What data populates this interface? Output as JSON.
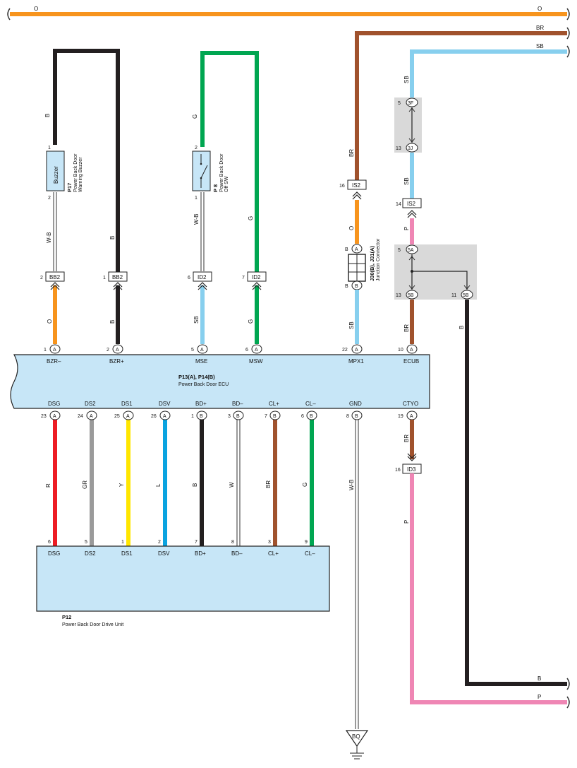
{
  "diagram": {
    "top_wires": {
      "orange": "O",
      "brown": "BR",
      "sky_blue": "SB"
    },
    "colors": {
      "O": "#f7941d",
      "B": "#231f20",
      "G": "#00a651",
      "BR": "#a0522d",
      "SB": "#87cfee",
      "P": "#ef86b4",
      "R": "#ed1c24",
      "GR": "#9a9a9a",
      "Y": "#ffe600",
      "L": "#0aa3e0",
      "W": "#ffffff",
      "W-B": "#ffffff",
      "ecu_fill": "#c7e6f7",
      "junction_fill": "#d9d9d9"
    },
    "buzzer": {
      "code": "P17",
      "name_line1": "Power Back Door",
      "name_line2": "Warning Buzzer",
      "box_label": "Buzzer",
      "pin_top": "1",
      "pin_bottom": "2",
      "wire_top": "B",
      "wire_bottom": "W-B"
    },
    "switch": {
      "code": "P 8",
      "name_line1": "Power Back Door",
      "name_line2": "Off SW",
      "pin_top": "2",
      "pin_bottom": "1",
      "wire_top": "G",
      "wire_bottom": "W-B"
    },
    "bzr_plus_wire": "B",
    "msw_wire": "G",
    "connectors_upper": [
      {
        "pin": "2",
        "name": "BB2"
      },
      {
        "pin": "1",
        "name": "BB2"
      },
      {
        "pin": "6",
        "name": "ID2"
      },
      {
        "pin": "7",
        "name": "ID2"
      }
    ],
    "connector_wires_upper": [
      "O",
      "B",
      "SB",
      "G"
    ],
    "junction": {
      "code": "J30(B), J31(A)",
      "name": "Junction Connector",
      "pin_top": "B",
      "pin_top_circle": "A",
      "pin_bottom": "B",
      "pin_bottom_circle": "B"
    },
    "mpx_path": {
      "wire_top": "BR",
      "conn1_pin": "16",
      "conn1_name": "IS2",
      "wire_mid": "O",
      "wire_bottom": "SB"
    },
    "ecub_path": {
      "wire_top": "SB",
      "j1_top_pin": "5",
      "j1_top": "3F",
      "j1_bot_pin": "13",
      "j1_bot": "3J",
      "wire_mid": "SB",
      "conn_pin": "14",
      "conn_name": "IS2",
      "wire_p": "P",
      "j2_top_pin": "5",
      "j2_top": "5A",
      "j2_bl_pin": "13",
      "j2_bl": "5B",
      "j2_br_pin": "11",
      "j2_br": "5B",
      "wire_ecub": "BR",
      "wire_branch": "B"
    },
    "ecu": {
      "code": "P13(A), P14(B)",
      "name": "Power Back Door ECU",
      "top_pins": [
        {
          "num": "1",
          "conn": "A",
          "label": "BZR–"
        },
        {
          "num": "2",
          "conn": "A",
          "label": "BZR+"
        },
        {
          "num": "5",
          "conn": "A",
          "label": "MSE"
        },
        {
          "num": "6",
          "conn": "A",
          "label": "MSW"
        },
        {
          "num": "22",
          "conn": "A",
          "label": "MPX1"
        },
        {
          "num": "10",
          "conn": "A",
          "label": "ECUB"
        }
      ],
      "bottom_pins": [
        {
          "num": "23",
          "conn": "A",
          "label": "DSG",
          "wire": "R"
        },
        {
          "num": "24",
          "conn": "A",
          "label": "DS2",
          "wire": "GR"
        },
        {
          "num": "25",
          "conn": "A",
          "label": "DS1",
          "wire": "Y"
        },
        {
          "num": "26",
          "conn": "A",
          "label": "DSV",
          "wire": "L"
        },
        {
          "num": "1",
          "conn": "B",
          "label": "BD+",
          "wire": "B"
        },
        {
          "num": "3",
          "conn": "B",
          "label": "BD–",
          "wire": "W"
        },
        {
          "num": "7",
          "conn": "B",
          "label": "CL+",
          "wire": "BR"
        },
        {
          "num": "6",
          "conn": "B",
          "label": "CL–",
          "wire": "G"
        },
        {
          "num": "8",
          "conn": "B",
          "label": "GND",
          "wire": "W-B"
        },
        {
          "num": "19",
          "conn": "A",
          "label": "CTYO",
          "wire": "BR"
        }
      ]
    },
    "drive_unit": {
      "code": "P12",
      "name": "Power Back Door Drive Unit",
      "pins": [
        {
          "num": "6",
          "label": "DSG"
        },
        {
          "num": "5",
          "label": "DS2"
        },
        {
          "num": "1",
          "label": "DS1"
        },
        {
          "num": "2",
          "label": "DSV"
        },
        {
          "num": "7",
          "label": "BD+"
        },
        {
          "num": "8",
          "label": "BD–"
        },
        {
          "num": "3",
          "label": "CL+"
        },
        {
          "num": "9",
          "label": "CL–"
        }
      ]
    },
    "ctyo_path": {
      "conn_pin": "16",
      "conn_name": "ID3",
      "wire_bottom": "P"
    },
    "ground": {
      "label": "BQ"
    },
    "bottom_wires": {
      "black": "B",
      "pink": "P"
    }
  }
}
